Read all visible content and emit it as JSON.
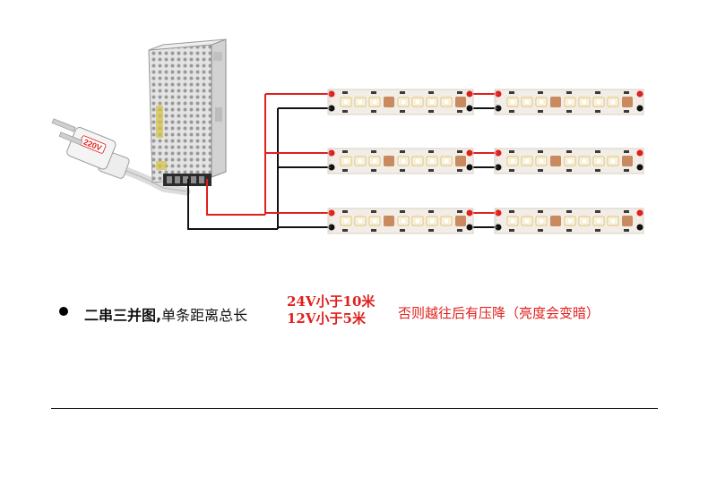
{
  "psu_label": "220V",
  "caption": {
    "bold": "二串三并图,",
    "normal": "单条距离总长",
    "limit_24v": "24V小于10米",
    "limit_12v": "12V小于5米",
    "tail": "否则越往后有压降（亮度会变暗）"
  },
  "colors": {
    "positive_wire": "#e0201c",
    "negative_wire": "#111111",
    "strip_base": "#f2ede6",
    "led_chip": "#fbf7ea",
    "resistor": "#c88a5e",
    "highlight": "#e0201c"
  },
  "diagram": {
    "rows": 3,
    "segments_per_row": 2,
    "series_count": 2,
    "parallel_count": 3
  }
}
